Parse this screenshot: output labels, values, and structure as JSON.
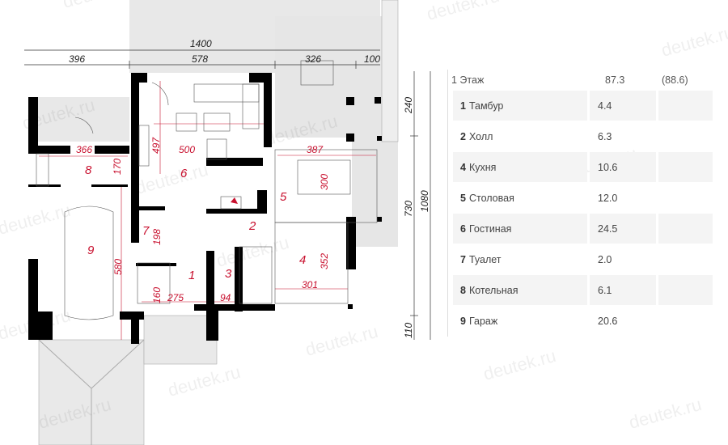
{
  "watermark": "deutek.ru",
  "plan": {
    "dims_top": {
      "total": "1400",
      "left": "396",
      "middle": "578",
      "right": "326",
      "edge": "100"
    },
    "dims_right": {
      "top": "240",
      "middle": "730",
      "total": "1080",
      "bottom": "110"
    },
    "dims_inner": [
      "366",
      "170",
      "497",
      "500",
      "387",
      "300",
      "198",
      "580",
      "160",
      "275",
      "94",
      "301",
      "352"
    ],
    "room_numbers": [
      "1",
      "2",
      "3",
      "4",
      "5",
      "6",
      "7",
      "8",
      "9"
    ]
  },
  "table": {
    "header": {
      "label": "1 Этаж",
      "area": "87.3",
      "total": "(88.6)"
    },
    "rows": [
      {
        "num": "1",
        "name": "Тамбур",
        "area": "4.4"
      },
      {
        "num": "2",
        "name": "Холл",
        "area": "6.3"
      },
      {
        "num": "4",
        "name": "Кухня",
        "area": "10.6"
      },
      {
        "num": "5",
        "name": "Столовая",
        "area": "12.0"
      },
      {
        "num": "6",
        "name": "Гостиная",
        "area": "24.5"
      },
      {
        "num": "7",
        "name": "Туалет",
        "area": "2.0"
      },
      {
        "num": "8",
        "name": "Котельная",
        "area": "6.1"
      },
      {
        "num": "9",
        "name": "Гараж",
        "area": "20.6"
      }
    ]
  },
  "colors": {
    "wall": "#000000",
    "terrace": "#e6e6e6",
    "accent": "#c8102e"
  }
}
